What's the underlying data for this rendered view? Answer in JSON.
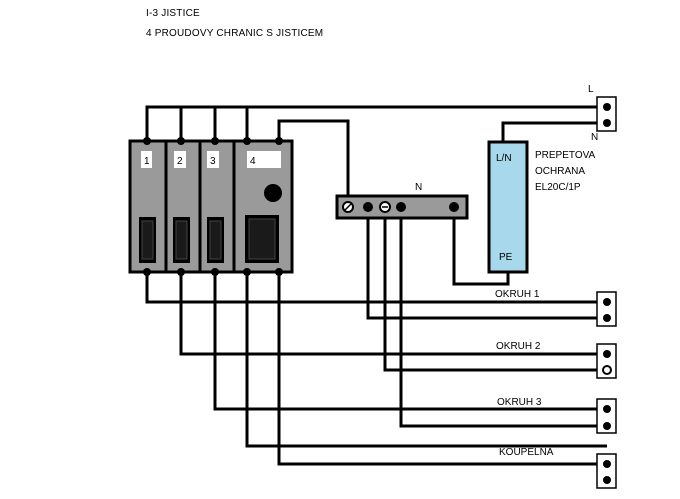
{
  "header": {
    "line1": "I-3 JISTICE",
    "line2": "4 PROUDOVY CHRANIC S JISTICEM"
  },
  "breakers": {
    "labels": [
      "1",
      "2",
      "3",
      "4"
    ]
  },
  "neutral_bar": {
    "label": "N"
  },
  "supply": {
    "phase_label": "L",
    "neutral_label": "N"
  },
  "surge_protector": {
    "top_label": "L/N",
    "bottom_label": "PE",
    "description": [
      "PREPETOVA",
      "OCHRANA",
      "EL20C/1P"
    ]
  },
  "circuits": [
    {
      "label": "OKRUH 1"
    },
    {
      "label": "OKRUH 2"
    },
    {
      "label": "OKRUH 3"
    },
    {
      "label": "KOUPELNA"
    }
  ],
  "colors": {
    "breaker_body": "#9a9a9a",
    "surge_body": "#a8d8ec",
    "line": "#000000",
    "background": "#ffffff"
  }
}
